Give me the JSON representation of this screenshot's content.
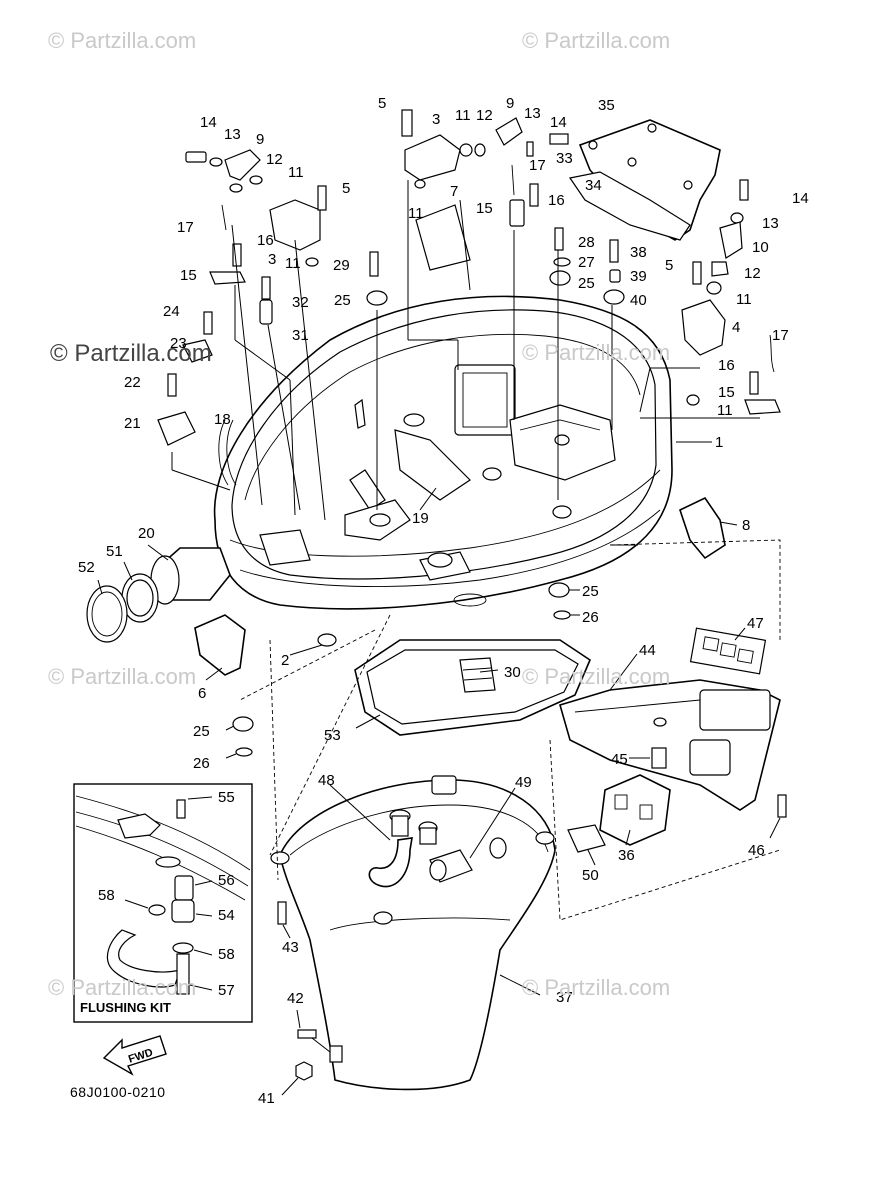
{
  "watermarks": {
    "top_left": "© Partzilla.com",
    "top_right": "© Partzilla.com",
    "mid_left": "© Partzilla.com",
    "mid_center": "© Partzilla.com",
    "lower_left": "© Partzilla.com",
    "lower_right": "© Partzilla.com",
    "bottom_left": "© Partzilla.com",
    "bottom_right": "© Partzilla.com"
  },
  "flushing_kit_label": "FLUSHING KIT",
  "fwd_label": "FWD",
  "part_number": "68J0100-0210",
  "callouts": {
    "c1": "1",
    "c2": "2",
    "c3a": "3",
    "c3b": "3",
    "c4": "4",
    "c5a": "5",
    "c5b": "5",
    "c5c": "5",
    "c6": "6",
    "c7": "7",
    "c8": "8",
    "c9a": "9",
    "c9b": "9",
    "c10": "10",
    "c11a": "11",
    "c11b": "11",
    "c11c": "11",
    "c11d": "11",
    "c11e": "11",
    "c11f": "11",
    "c12a": "12",
    "c12b": "12",
    "c12c": "12",
    "c13a": "13",
    "c13b": "13",
    "c13c": "13",
    "c14a": "14",
    "c14b": "14",
    "c14c": "14",
    "c15a": "15",
    "c15b": "15",
    "c15c": "15",
    "c16a": "16",
    "c16b": "16",
    "c16c": "16",
    "c17a": "17",
    "c17b": "17",
    "c17c": "17",
    "c18": "18",
    "c19": "19",
    "c20": "20",
    "c21": "21",
    "c22": "22",
    "c23": "23",
    "c24": "24",
    "c25a": "25",
    "c25b": "25",
    "c25c": "25",
    "c25d": "25",
    "c26a": "26",
    "c26b": "26",
    "c27": "27",
    "c28": "28",
    "c29": "29",
    "c30": "30",
    "c31": "31",
    "c32": "32",
    "c33": "33",
    "c34": "34",
    "c35": "35",
    "c36": "36",
    "c37": "37",
    "c38": "38",
    "c39": "39",
    "c40": "40",
    "c41": "41",
    "c42": "42",
    "c43": "43",
    "c44": "44",
    "c45": "45",
    "c46": "46",
    "c47": "47",
    "c48": "48",
    "c49": "49",
    "c50": "50",
    "c51": "51",
    "c52": "52",
    "c53": "53",
    "c54": "54",
    "c55": "55",
    "c56": "56",
    "c57": "57",
    "c58a": "58",
    "c58b": "58"
  }
}
